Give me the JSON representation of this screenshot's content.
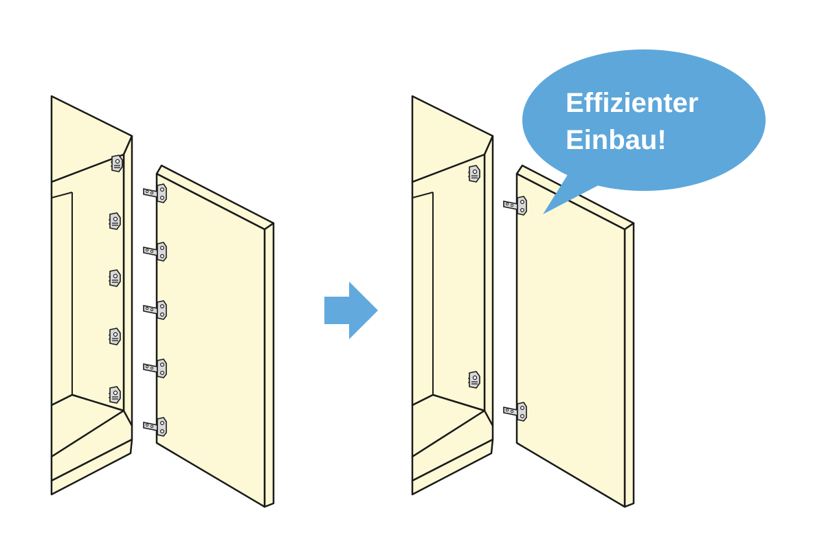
{
  "colors": {
    "panel": "#fdf9d6",
    "outline": "#1a1a1a",
    "arrow": "#62a9dd",
    "bubble": "#5ea7db",
    "bubble_text": "#ffffff",
    "hinge": "#d9d9d9"
  },
  "illustration_left": {
    "hinge_count": 5
  },
  "illustration_right": {
    "hinge_count": 2
  },
  "arrow": {
    "icon": "arrow-right-icon"
  },
  "speech_bubble": {
    "line1": "Effizienter",
    "line2": "Einbau!"
  }
}
